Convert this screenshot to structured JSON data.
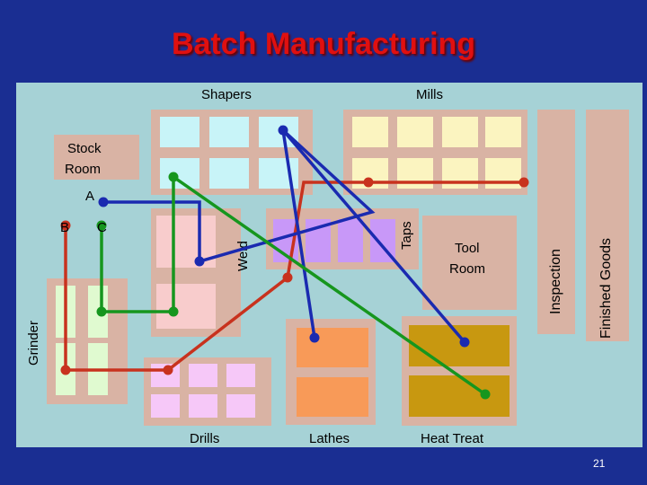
{
  "title": "Batch Manufacturing",
  "page_number": "21",
  "departments": {
    "shapers": "Shapers",
    "mills": "Mills",
    "stock_room_1": "Stock",
    "stock_room_2": "Room",
    "weld": "Weld",
    "taps": "Taps",
    "tool_room_1": "Tool",
    "tool_room_2": "Room",
    "inspection": "Inspection",
    "finished_goods": "Finished Goods",
    "grinder": "Grinder",
    "drills": "Drills",
    "lathes": "Lathes",
    "heat_treat": "Heat Treat"
  },
  "routes": {
    "a": "A",
    "b": "B",
    "c": "C",
    "colors": {
      "a": "#1a2ab0",
      "b": "#c8321e",
      "c": "#16961e"
    }
  },
  "colors": {
    "background": "#1a2e92",
    "floor": "#a6d2d6",
    "area": "#d9b3a4",
    "shaper_machine": "#c8f4f8",
    "mill_machine": "#fbf4c0",
    "weld_machine": "#f8cccc",
    "tap_machine": "#c898f8",
    "grinder_machine": "#e0fad0",
    "drill_machine": "#f6c8f8",
    "lathe_machine": "#f89a58",
    "heat_treat_machine": "#c89810",
    "title": "#e01010"
  }
}
